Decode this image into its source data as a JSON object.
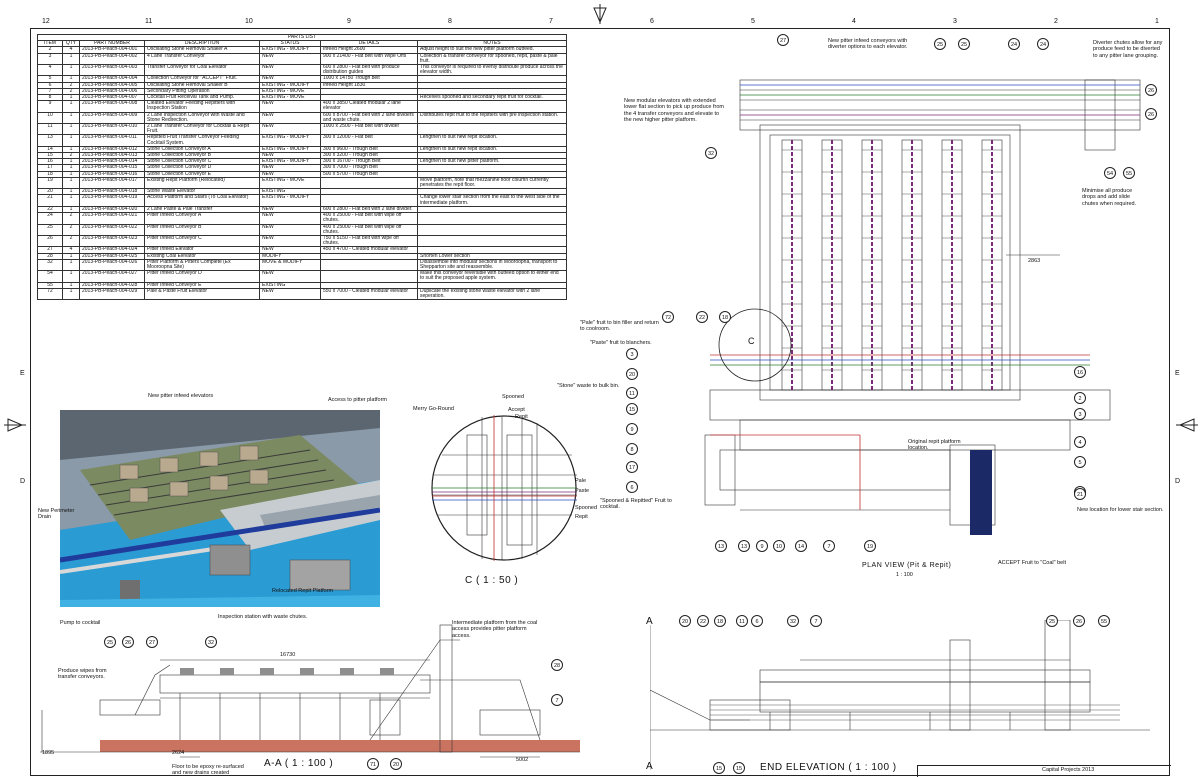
{
  "parts_list": {
    "title": "PARTS LIST",
    "headers": [
      "ITEM",
      "QTY",
      "PART NUMBER",
      "DESCRIPTION",
      "STATUS",
      "DETAILS",
      "NOTES"
    ],
    "rows": [
      [
        "2",
        "4",
        "2013-PB-Peach-004-001",
        "Oscillating Stone Removal Shaker A",
        "EXISTING - MODIFY",
        "Infeed Height 2600",
        "Adjust height to suit the new pitter platform outfeed."
      ],
      [
        "3",
        "1",
        "2013-PB-Peach-004-002",
        "4 Lane Transfer Conveyor",
        "NEW",
        "900 x 21400 - Flat belt with Wipe Offs",
        "Collection & transfer conveyor for spooned, repit, paste & pale fruit."
      ],
      [
        "4",
        "1",
        "2013-PB-Peach-004-003",
        "Transfer Conveyor for Coal Elevator",
        "NEW",
        "600 x 2800 - Flat belt with produce distribution guides",
        "This conveyor is required to evenly distribute produce across the elevator width."
      ],
      [
        "5",
        "1",
        "2013-PB-Peach-004-004",
        "Collection Conveyor for \"ACCEPT\" Fruit.",
        "NEW",
        "1000 x 14750 Trough belt",
        ""
      ],
      [
        "6",
        "2",
        "2013-PB-Peach-004-005",
        "Oscillating Stone Removal Shaker B",
        "EXISTING - MODIFY",
        "Infeed Height 1830",
        ""
      ],
      [
        "7",
        "2",
        "2013-PB-Peach-004-006",
        "Secondary Pitting Operation",
        "EXISTING - MOVE",
        "",
        ""
      ],
      [
        "8",
        "1",
        "2013-PB-Peach-004-007",
        "Cocktail Fruit Receival Tank and Pump.",
        "EXISTING - MOVE",
        "",
        "Receives spooned and secondary repit fruit for cocktail."
      ],
      [
        "9",
        "1",
        "2013-PB-Peach-004-008",
        "Cleated Elevator Feeding Repitters with Inspection Station",
        "NEW",
        "400 x 3850 Cleated modular 2 lane elevator",
        ""
      ],
      [
        "10",
        "1",
        "2013-PB-Peach-004-009",
        "2 Lane Inspection Conveyor with Waste and Stone Redirection.",
        "NEW",
        "600 x 8700 - Flat belt with 2 lane dividers and waste chute.",
        "Distributes repit fruit to the repitters with pre inspection station."
      ],
      [
        "11",
        "1",
        "2013-PB-Peach-004-010",
        "2 Lane Transfer Conveyor for Cocktail & Repit Fruit.",
        "NEW",
        "1000 x 2500 - Flat belt with divider",
        ""
      ],
      [
        "13",
        "1",
        "2013-PB-Peach-004-011",
        "Repitted Fruit Transfer Conveyor Feeding Cocktail System.",
        "EXISTING - MODIFY",
        "300 x 12000 - Flat belt",
        "Lengthen to suit new repit location."
      ],
      [
        "14",
        "1",
        "2013-PB-Peach-004-012",
        "Stone Collection Conveyor A",
        "EXISTING - MODIFY",
        "300 x 9600 - Trough Belt",
        "Lengthen to suit new repit location."
      ],
      [
        "15",
        "2",
        "2013-PB-Peach-004-013",
        "Stone Collection Conveyor B",
        "NEW",
        "300 x 3200 - Trough Belt",
        ""
      ],
      [
        "16",
        "1",
        "2013-PB-Peach-004-014",
        "Stone Collection Conveyor C",
        "EXISTING - MODIFY",
        "300 x 16700 - Trough Belt",
        "Lengthen to suit new pitter platform."
      ],
      [
        "17",
        "1",
        "2013-PB-Peach-004-015",
        "Stone Collection Conveyor D",
        "NEW",
        "300 x 7000 - Trough Belt",
        ""
      ],
      [
        "18",
        "1",
        "2013-PB-Peach-004-016",
        "Stone Collection Conveyor E",
        "NEW",
        "500 x 5700 - Trough Belt",
        ""
      ],
      [
        "19",
        "1",
        "2013-PB-Peach-004-017",
        "Existing Repit Platform (Relocated)",
        "EXISTING - MOVE",
        "",
        "Move platform, note that mezzanine floor column currently penetrates the repit floor."
      ],
      [
        "20",
        "1",
        "2013-PB-Peach-004-018",
        "Stone Waste Elevator",
        "EXISTING",
        "",
        ""
      ],
      [
        "21",
        "1",
        "2013-PB-Peach-004-019",
        "Access Platform and Stairs (To Coal Elevator)",
        "EXISTING - MODIFY",
        "",
        "Change lower stair section from the east to the west side of the intermediate platform."
      ],
      [
        "22",
        "1",
        "2013-PB-Peach-004-020",
        "2 Lane Paste & Pale Transfer",
        "NEW",
        "600 x 2800 - Flat belt with 2 lane divider.",
        ""
      ],
      [
        "24",
        "2",
        "2013-PB-Peach-004-021",
        "Pitter Infeed Conveyor A",
        "NEW",
        "400 x 25000 - Flat belt with wipe off chutes.",
        ""
      ],
      [
        "25",
        "2",
        "2013-PB-Peach-004-022",
        "Pitter Infeed Conveyor B",
        "NEW",
        "400 x 25000 - Flat belt with wipe off chutes.",
        ""
      ],
      [
        "26",
        "2",
        "2013-PB-Peach-004-023",
        "Pitter Infeed Conveyor C",
        "NEW",
        "750 x 5150 - Flat belt with wipe off chutes.",
        ""
      ],
      [
        "27",
        "4",
        "2013-PB-Peach-004-024",
        "Pitter Infeed Elevator",
        "NEW",
        "450 x 4700 - Cleated modular elevator",
        ""
      ],
      [
        "28",
        "1",
        "2013-PB-Peach-004-025",
        "Existing Coal Elevator",
        "MODIFY",
        "",
        "Shorten Lower section"
      ],
      [
        "32",
        "1",
        "2013-PB-Peach-004-026",
        "Pitter Platform & Pitters Complete (Ex Mooroopna Site)",
        "MOVE & MODIFY",
        "",
        "Disassemble into modular sections in Mooroopna, transport to Shepparton site and reassemble."
      ],
      [
        "54",
        "1",
        "2013-PB-Peach-004-027",
        "Pitter Infeed Conveyor D",
        "NEW",
        "",
        "Make this conveyor reversible with outfeed option to either end to suit the proposed apple system."
      ],
      [
        "55",
        "1",
        "2013-PB-Peach-004-028",
        "Pitter Infeed Conveyor E",
        "EXISTING",
        "",
        ""
      ],
      [
        "72",
        "1",
        "2013-PB-Peach-004-029",
        "Pale & Paste Fruit Elevator",
        "NEW",
        "550 x 7000 - Cleated modular elevator",
        "Duplicate the existing stone waste elevator with 2 lane seperation."
      ]
    ]
  },
  "zones_top": [
    "12",
    "11",
    "10",
    "9",
    "8",
    "7",
    "6",
    "5",
    "4",
    "3",
    "2",
    "1"
  ],
  "zones_side": [
    "E",
    "D"
  ],
  "render_view": {
    "labels": {
      "new_pitter_elevators": "New pitter infeed elevators",
      "access_pitter": "Access to pitter platform",
      "perimeter_drain": "New Perimeter Drain",
      "relocated_repit": "Relocated Repit Platform",
      "inspection_station": "Inspection station with waste chutes.",
      "pump_cocktail": "Pump to cocktail"
    }
  },
  "detail_c": {
    "title": "C ( 1 : 50 )",
    "labels": {
      "merry_go_round": "Merry Go-Round",
      "spooned_top": "Spooned",
      "accept": "Accept",
      "repit_top": "Repit",
      "pale": "Pale",
      "paste": "Paste",
      "spooned": "Spooned",
      "repit": "Repit"
    }
  },
  "plan_view": {
    "title": "PLAN VIEW (Pit & Repit)",
    "scale": "1 : 100",
    "dimension": "2863",
    "section_marker": "C",
    "callouts": {
      "new_pitter_conveyors": "New pitter infeed conveyors with diverter options to each elevator.",
      "diverter_chutes": "Diverter chutes allow for any produce feed to be diverted to any pitter lane grouping.",
      "modular_elevators": "New modular elevators with extended lower flat section to pick up produce from the 4 transfer conveyors and elevate to the new higher pitter platform.",
      "minimise_drops": "Minimise all produce drops and add slide chutes when required.",
      "pale_fruit": "\"Pale\" fruit to bin filler and return to coolroom.",
      "paste_fruit": "\"Paste\" fruit to blanchers.",
      "stone_waste": "\"Stone\" waste to bulk bin.",
      "original_repit": "Original repit platform location.",
      "spooned_repitted": "\"Spooned & Repitted\" Fruit to cocktail.",
      "lower_stair": "New location for lower stair section.",
      "accept_coal": "ACCEPT Fruit to \"Coal\" belt"
    },
    "bubbles_top": [
      "27",
      "25",
      "25",
      "24",
      "24"
    ],
    "bubbles_right": [
      "26",
      "26",
      "54",
      "55",
      "16",
      "2",
      "3",
      "4",
      "5",
      "28",
      "21"
    ],
    "bubbles_left": [
      "72",
      "22",
      "18",
      "3",
      "20",
      "11",
      "15",
      "9",
      "8",
      "17",
      "6"
    ],
    "bubbles_bottom": [
      "13",
      "13",
      "9",
      "10",
      "14",
      "7",
      "19"
    ],
    "bubble_32": "32"
  },
  "section_aa": {
    "title": "A-A ( 1 : 100 )",
    "dim_top": "16730",
    "dim_left": "1895",
    "dim_2624": "2624",
    "dim_5002": "5002",
    "produce_wipes": "Produce wipes from transfer conveyors.",
    "intermediate_platform": "Intermediate platform from the coal access provides pitter platform access.",
    "floor_note": "Floor to be epoxy re-surfaced and new drains created",
    "bubbles_top": [
      "25",
      "26",
      "27",
      "32"
    ],
    "bubbles_right": [
      "28",
      "7"
    ],
    "bubbles_bottom": [
      "71",
      "20"
    ]
  },
  "end_elevation": {
    "title": "END ELEVATION ( 1 : 100 )",
    "section_letter": "A",
    "bubbles_top": [
      "20",
      "22",
      "18",
      "11",
      "6",
      "32",
      "7",
      "25",
      "26",
      "55"
    ],
    "bubbles_bottom": [
      "15",
      "15"
    ]
  },
  "title_block": {
    "company": "Capital Projects 2013"
  }
}
